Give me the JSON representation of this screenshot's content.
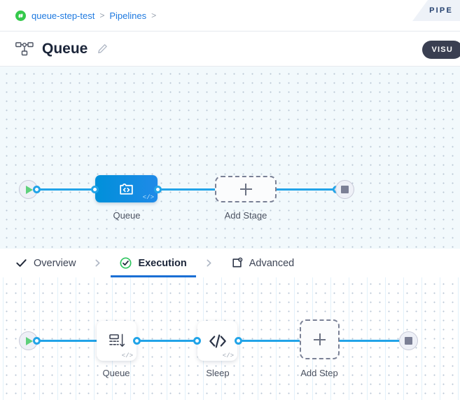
{
  "breadcrumb": {
    "project_icon": "link-chain-icon",
    "items": [
      {
        "label": "queue-step-test"
      },
      {
        "label": "Pipelines"
      }
    ],
    "separator": ">"
  },
  "corner_tag": {
    "label": "PIPE"
  },
  "header": {
    "icon": "pipeline-graph-icon",
    "title": "Queue",
    "edit_icon": "pencil-edit-icon",
    "badge": {
      "label": "VISU"
    }
  },
  "stage_canvas": {
    "start_node": {
      "name": "start",
      "icon": "play-icon"
    },
    "end_node": {
      "name": "end",
      "icon": "stop-square-icon"
    },
    "nodes": [
      {
        "label": "Queue",
        "icon": "puzzle-code-icon",
        "corner": "</>",
        "type": "stage"
      },
      {
        "label": "Add Stage",
        "icon": "plus-icon",
        "type": "add"
      }
    ]
  },
  "tabs": [
    {
      "label": "Overview",
      "icon": "check-icon",
      "active": false
    },
    {
      "label": "Execution",
      "icon": "check-circle-green-icon",
      "active": true
    },
    {
      "label": "Advanced",
      "icon": "bracket-gear-icon",
      "active": false
    }
  ],
  "tab_separator": "chevron-right-icon",
  "step_canvas": {
    "start_node": {
      "name": "start",
      "icon": "play-icon"
    },
    "end_node": {
      "name": "end",
      "icon": "stop-square-icon"
    },
    "nodes": [
      {
        "label": "Queue",
        "icon": "queue-stack-icon",
        "corner": "</>",
        "type": "step"
      },
      {
        "label": "Sleep",
        "icon": "code-slash-icon",
        "corner": "</>",
        "type": "step"
      },
      {
        "label": "Add Step",
        "icon": "plus-icon",
        "type": "add"
      }
    ]
  },
  "colors": {
    "accent_blue": "#22a4e8",
    "stage_blue_start": "#0090da",
    "stage_blue_end": "#1f8ae8",
    "link_blue": "#1f7ae0",
    "tab_active_underline": "#1a6fd4",
    "success_green": "#2ec45f",
    "canvas_top_bg": "#f2f9fc",
    "badge_bg": "#3a3f51"
  }
}
